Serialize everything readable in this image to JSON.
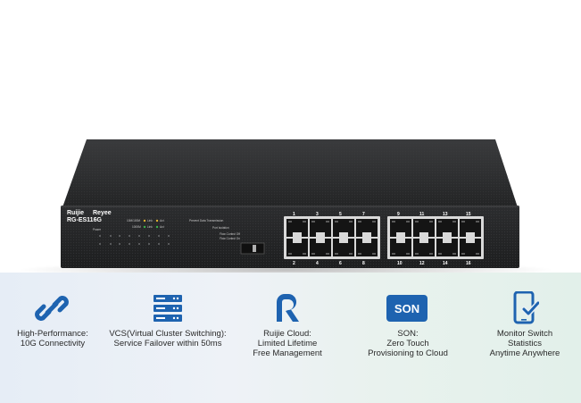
{
  "product": {
    "brand_ruijie": "Ruijie",
    "brand_reyee": "Reyee",
    "model": "RG-ES116G",
    "led_speed_1": "10M/100M",
    "led_speed_2": "1000M",
    "led_link": "Link",
    "led_act": "Act",
    "power_label": "Power",
    "setting_1": "Prevent Data Transmission",
    "setting_2": "Port Isolation",
    "setting_3": "Flow Control Off",
    "setting_4": "Flow Control On",
    "top_port_numbers": [
      "1",
      "3",
      "5",
      "7",
      "9",
      "11",
      "13",
      "15"
    ],
    "bottom_port_numbers": [
      "2",
      "4",
      "6",
      "8",
      "10",
      "12",
      "14",
      "16"
    ]
  },
  "features": [
    {
      "icon": "link-icon",
      "lines": [
        "High-Performance:",
        "10G Connectivity"
      ]
    },
    {
      "icon": "server-stack-icon",
      "lines": [
        "VCS(Virtual Cluster Switching):",
        "Service Failover within 50ms"
      ]
    },
    {
      "icon": "ruijie-cloud-logo-icon",
      "lines": [
        "Ruijie Cloud:",
        "Limited Lifetime",
        "Free Management"
      ]
    },
    {
      "icon": "son-badge-icon",
      "badge": "SON",
      "lines": [
        "SON:",
        "Zero Touch",
        "Provisioning to Cloud"
      ]
    },
    {
      "icon": "phone-check-icon",
      "lines": [
        "Monitor Switch",
        "Statistics",
        "Anytime Anywhere"
      ]
    }
  ],
  "colors": {
    "icon_blue": "#1e63b0",
    "chassis": "#2a2b2d",
    "port_frame": "#d6d6d6"
  }
}
